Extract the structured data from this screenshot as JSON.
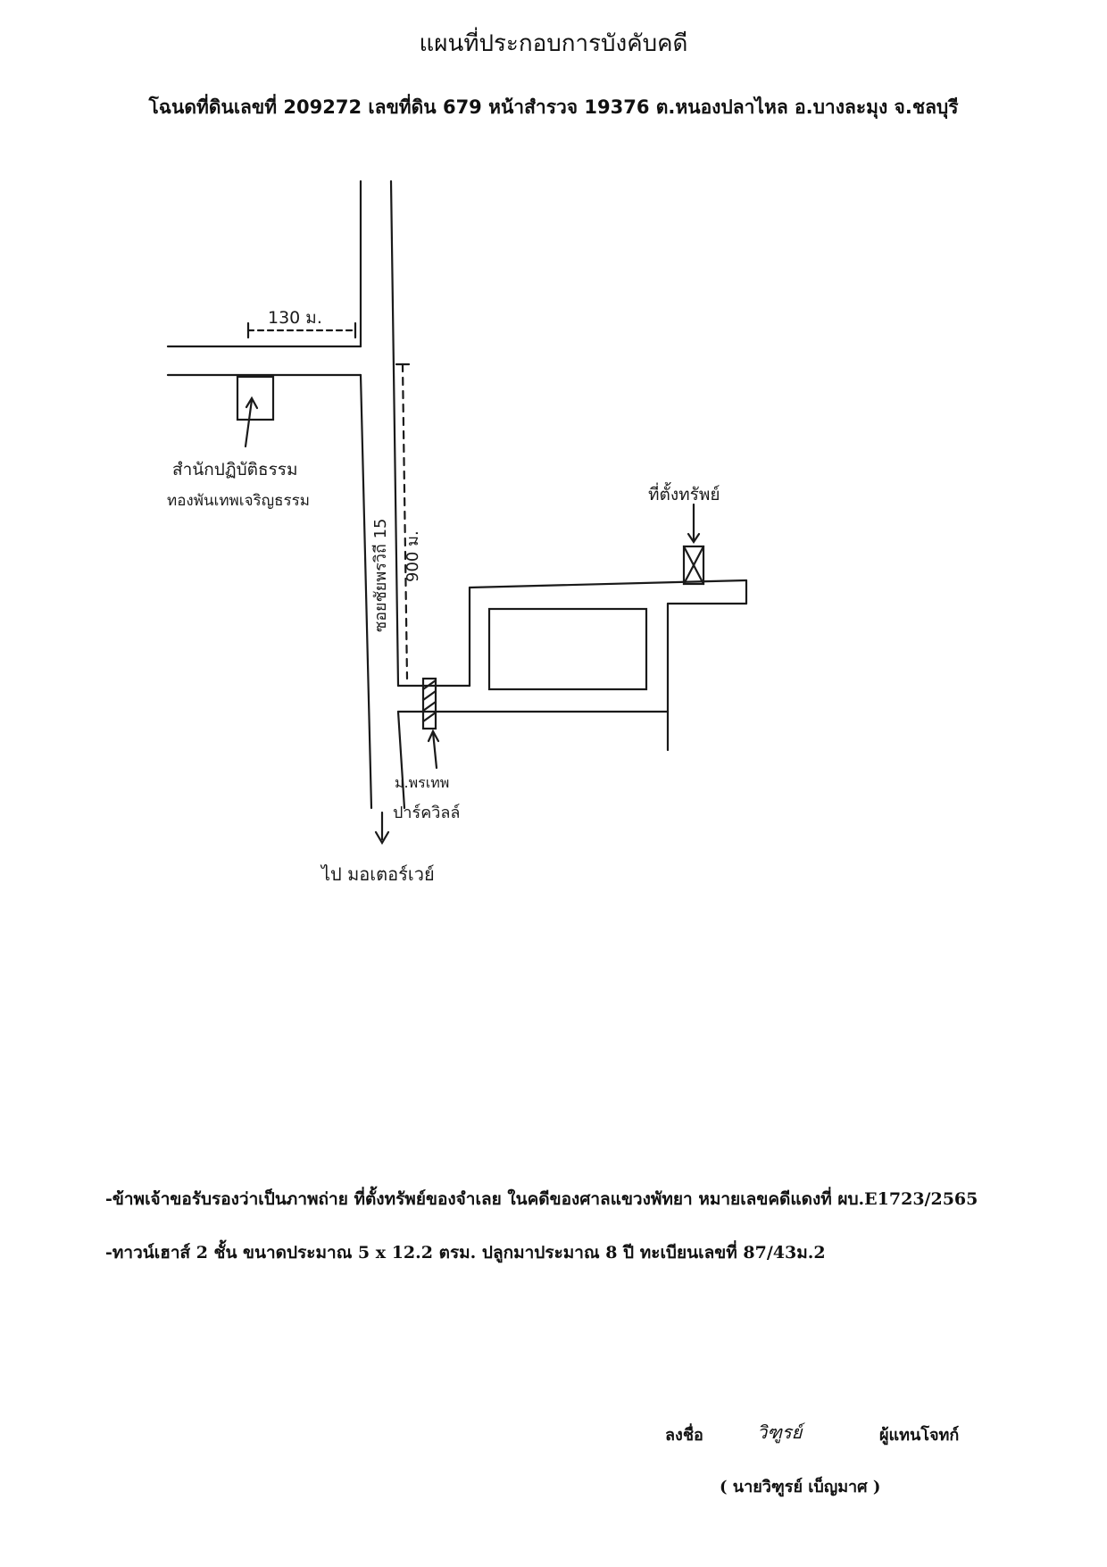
{
  "document": {
    "title": "แผนที่ประกอบการบังคับคดี",
    "subtitle": "โฉนดที่ดินเลขที่ 209272 เลขที่ดิน 679 หน้าสำรวจ 19376 ต.หนองปลาไหล อ.บางละมุง จ.ชลบุรี"
  },
  "map": {
    "label_dist_130": "130 ม.",
    "label_dist_900": "900 ม.",
    "label_office_line1": "สำนักปฏิบัติธรรม",
    "label_office_line2": "ทองพันเทพเจริญธรรม",
    "label_soi": "ซอยชัยพรวิถี 15",
    "label_property": "ที่ตั้งทรัพย์",
    "label_village_line1": "ม.พรเทพ",
    "label_village_line2": "ปาร์ควิลล์",
    "label_to_motorway": "ไป มอเตอร์เวย์"
  },
  "notes": {
    "line1": "-ข้าพเจ้าขอรับรองว่าเป็นภาพถ่าย ที่ตั้งทรัพย์ของจำเลย ในคดีของศาลแขวงพัทยา หมายเลขคดีแดงที่ ผบ.E1723/2565",
    "line2": "-ทาวน์เฮาส์ 2 ชั้น ขนาดประมาณ 5 x 12.2 ตรม. ปลูกมาประมาณ 8 ปี ทะเบียนเลขที่ 87/43ม.2"
  },
  "signature": {
    "label": "ลงชื่อ",
    "signature_mark": "วิฑูรย์",
    "role": "ผู้แทนโจทก์",
    "name": "( นายวิฑูรย์ เบ็ญมาศ )"
  }
}
